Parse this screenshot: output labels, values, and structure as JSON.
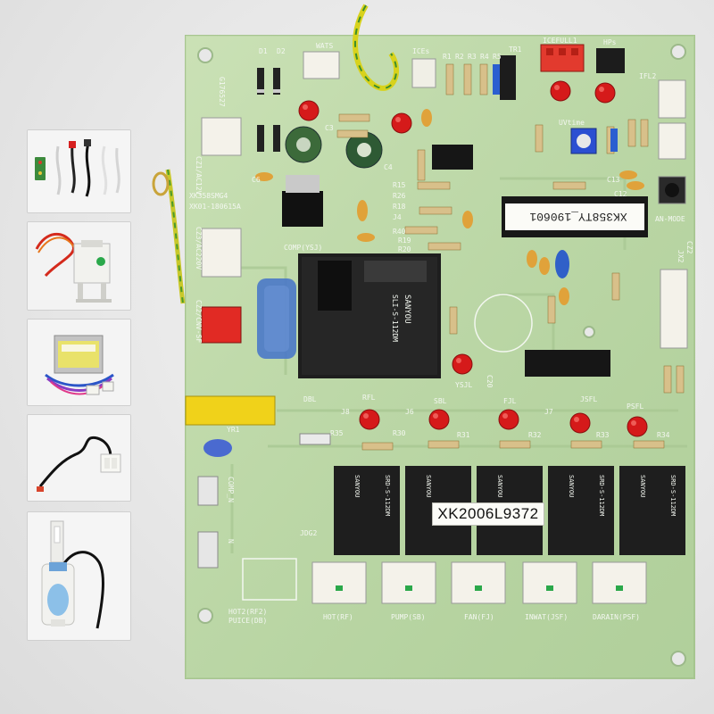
{
  "board": {
    "model_label": "XK2006L9372",
    "chip_label": "XK358TY_190601",
    "code_left": "XK358SMG4",
    "code_left2": "XK01-180615A",
    "code_left3": "G176527",
    "relay_main_brand": "SANYOU",
    "relay_main_model": "SLI-S-112DM",
    "relay_small_brand": "SANYOU",
    "relay_small_model": "SRD-S-112DM"
  },
  "silkscreen": {
    "top": [
      "D1",
      "D2",
      "WATS",
      "ICEs",
      "R1",
      "R2",
      "R3",
      "R4",
      "R5",
      "TR1",
      "ICEFULL1",
      "HPs",
      "IFL2"
    ],
    "left": [
      "CZ1/AC12V",
      "CZ3/AC220V",
      "CZ2/CNV-SF",
      "COMP(YSJ)"
    ],
    "leds": [
      "RFL",
      "SBL",
      "FJL",
      "JSFL",
      "PSFL",
      "YSJL",
      "DBL"
    ],
    "resistors": [
      "R30",
      "R31",
      "R32",
      "R33",
      "R34",
      "R35"
    ],
    "misc": [
      "JDG2",
      "YR1",
      "J6",
      "J7",
      "J8",
      "COMP_N",
      "N",
      "C3",
      "C4",
      "C6",
      "C20",
      "C12",
      "C13",
      "J4",
      "R15",
      "R26",
      "R18",
      "R40",
      "R19",
      "R20",
      "AN-MODE",
      "CZ2",
      "JX2",
      "UVtime"
    ],
    "connectors": [
      "HOT(RF)",
      "PUMP(SB)",
      "FAN(FJ)",
      "INWAT(JSF)",
      "DARAIN(PSF)"
    ],
    "bottom_left": [
      "HOT2(RF2)",
      "PUICE(DB)"
    ]
  },
  "colors": {
    "pcb_green": "#bcd7a6",
    "relay_black": "#1e1e1e",
    "led_red": "#d51a1a",
    "connector_white": "#f4f2ea",
    "yellow_cap": "#f0d21a",
    "blue_cap": "#5b7fd0"
  },
  "thumbnails": [
    {
      "name": "wire-harness-set"
    },
    {
      "name": "float-switch-red-wire"
    },
    {
      "name": "transformer"
    },
    {
      "name": "temperature-sensor-probe"
    },
    {
      "name": "water-level-sensor"
    }
  ]
}
